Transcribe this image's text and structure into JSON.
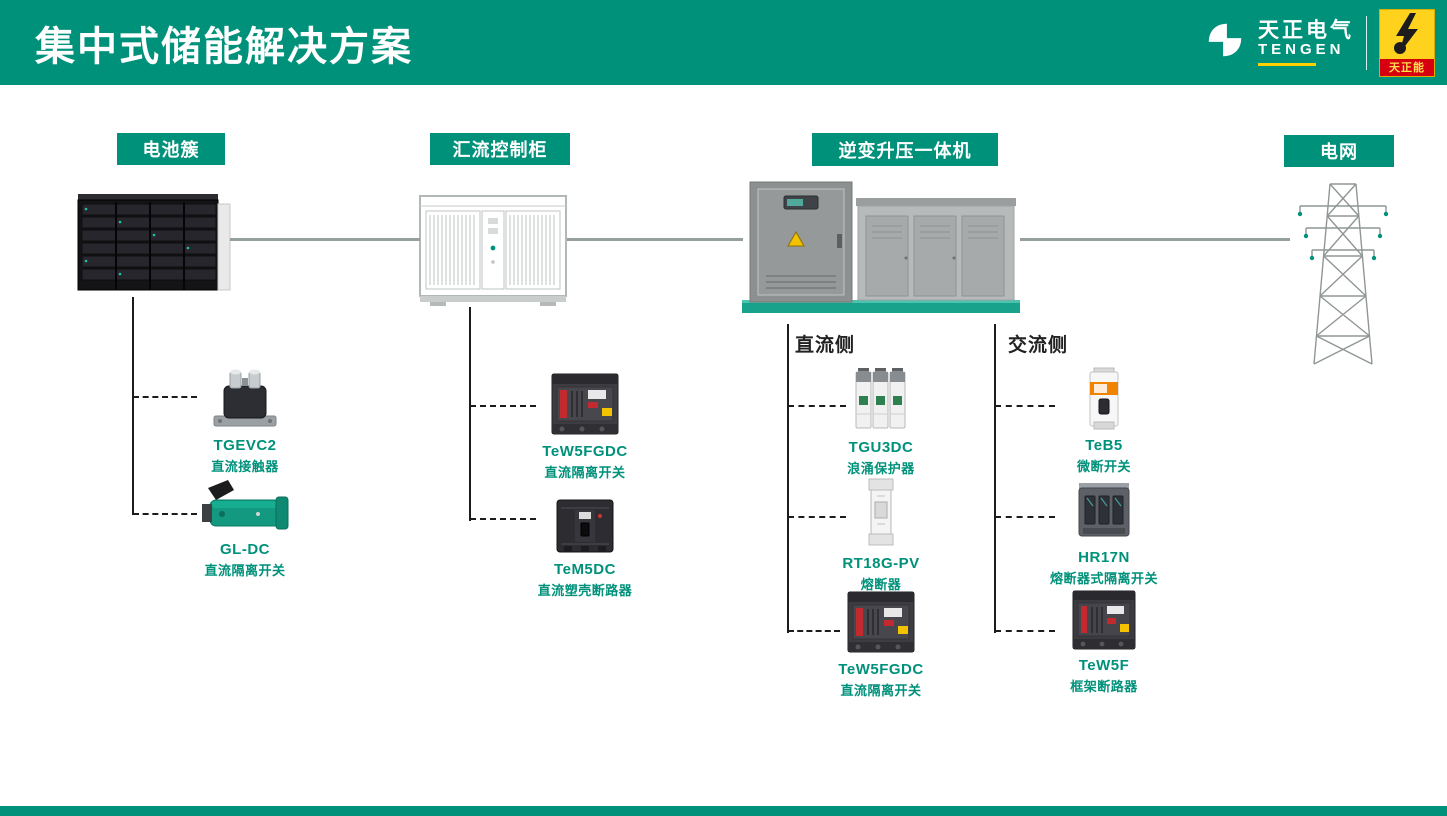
{
  "header": {
    "title": "集中式储能解决方案",
    "brand": {
      "cn": "天正电气",
      "en": "TENGEN",
      "badge": "天正能"
    }
  },
  "stations": [
    {
      "id": "battery",
      "label": "电池簇"
    },
    {
      "id": "combiner",
      "label": "汇流控制柜"
    },
    {
      "id": "inverter",
      "label": "逆变升压一体机"
    },
    {
      "id": "grid",
      "label": "电网"
    }
  ],
  "sides": [
    {
      "id": "dc",
      "label": "直流侧"
    },
    {
      "id": "ac",
      "label": "交流侧"
    }
  ],
  "components": {
    "battery": [
      {
        "name": "TGEVC2",
        "desc": "直流接触器"
      },
      {
        "name": "GL-DC",
        "desc": "直流隔离开关"
      }
    ],
    "combiner": [
      {
        "name": "TeW5FGDC",
        "desc": "直流隔离开关"
      },
      {
        "name": "TeM5DC",
        "desc": "直流塑壳断路器"
      }
    ],
    "dc_side": [
      {
        "name": "TGU3DC",
        "desc": "浪涌保护器"
      },
      {
        "name": "RT18G-PV",
        "desc": "熔断器"
      },
      {
        "name": "TeW5FGDC",
        "desc": "直流隔离开关"
      }
    ],
    "ac_side": [
      {
        "name": "TeB5",
        "desc": "微断开关"
      },
      {
        "name": "HR17N",
        "desc": "熔断器式隔离开关"
      },
      {
        "name": "TeW5F",
        "desc": "框架断路器"
      }
    ]
  },
  "colors": {
    "primary": "#00917B",
    "badge_yellow": "#FFD21E",
    "badge_red": "#D7000F",
    "connector_gray": "#95a09d",
    "line_black": "#1c1c1c"
  }
}
